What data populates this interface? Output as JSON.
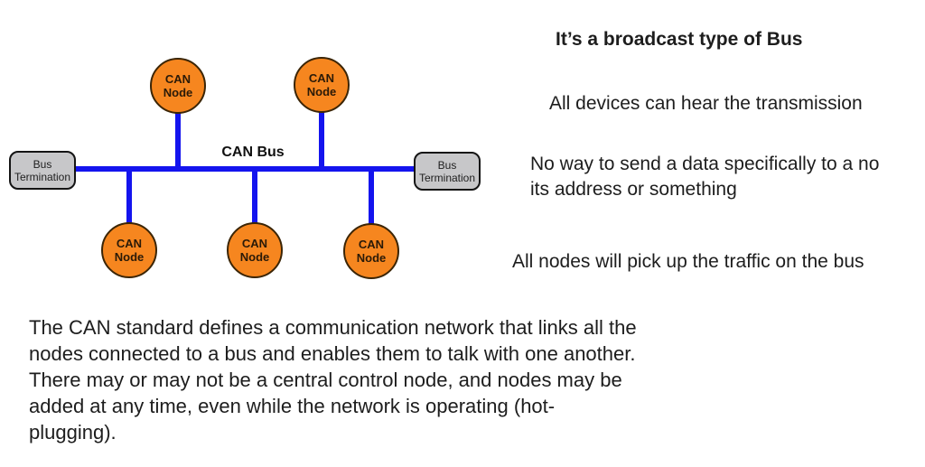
{
  "diagram": {
    "bus_label": "CAN Bus",
    "node_label": {
      "line1": "CAN",
      "line2": "Node"
    },
    "termination_label": {
      "line1": "Bus",
      "line2": "Termination"
    },
    "colors": {
      "bus_line": "#1414EE",
      "node_fill": "#F6861F",
      "node_border": "#3B2506",
      "node_text": "#2A1A08",
      "termination_fill": "#C7C7C9",
      "termination_border": "#141414"
    }
  },
  "notes": {
    "title": "It’s a broadcast type of Bus",
    "point1": "All devices can hear the transmission",
    "point2_line1": "No way to send a data specifically to a no",
    "point2_line2": "its address or something",
    "point3": "All nodes will pick up the traffic on the bus"
  },
  "paragraph": {
    "lines": [
      "The CAN standard defines a communication network that links all the",
      "nodes connected to a bus and enables them to talk with one another.",
      "There may or may not be a central control node, and nodes may be",
      "added at any time, even while the network is operating (hot-",
      "plugging)."
    ]
  }
}
